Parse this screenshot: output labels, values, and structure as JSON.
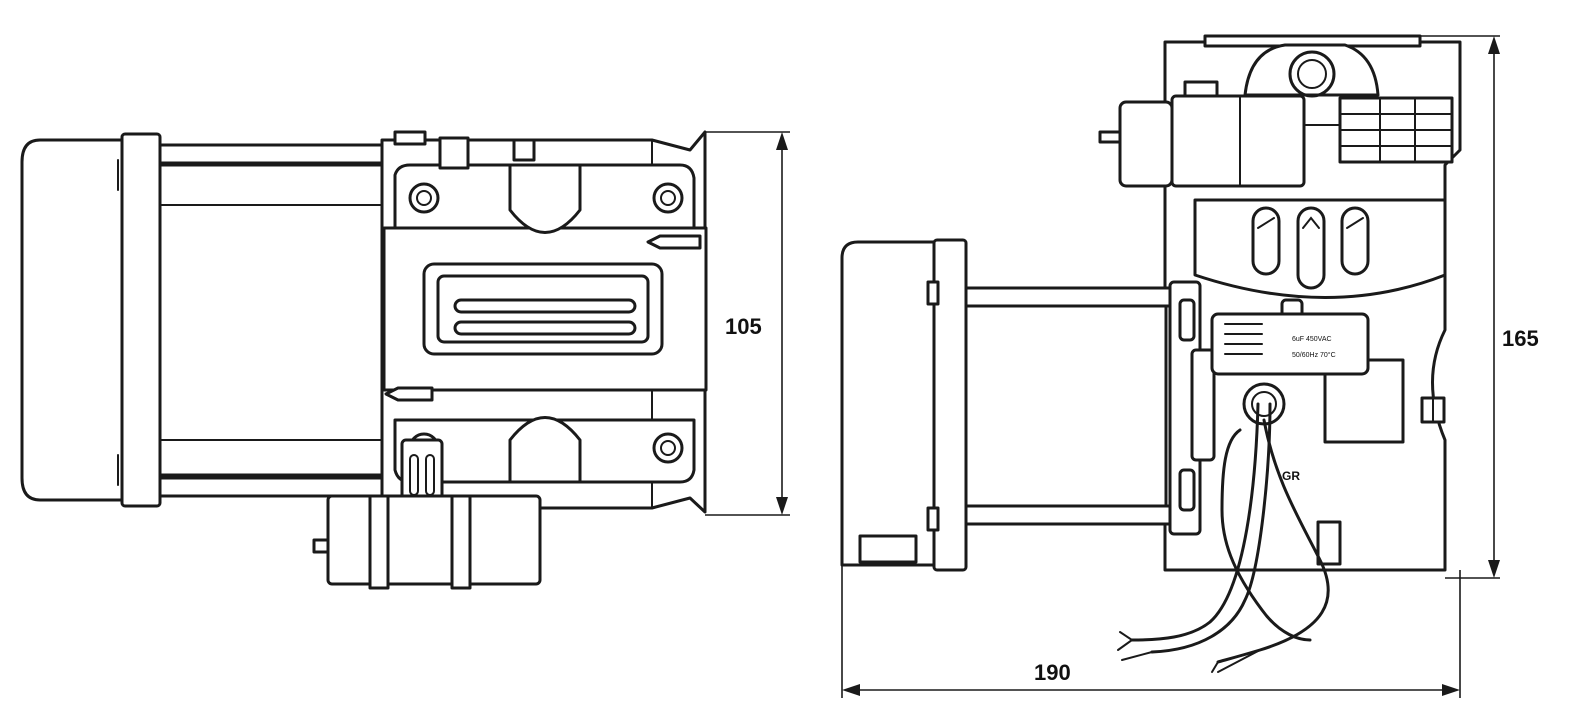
{
  "dimensions": {
    "front_height": "105",
    "side_height": "165",
    "side_width": "190"
  },
  "labels": {
    "ground_wire": "GR",
    "capacitor_line1": "6uF 450VAC",
    "capacitor_line2": "50/60Hz 70°C"
  },
  "colors": {
    "line": "#1a1a1a",
    "background": "#ffffff"
  }
}
